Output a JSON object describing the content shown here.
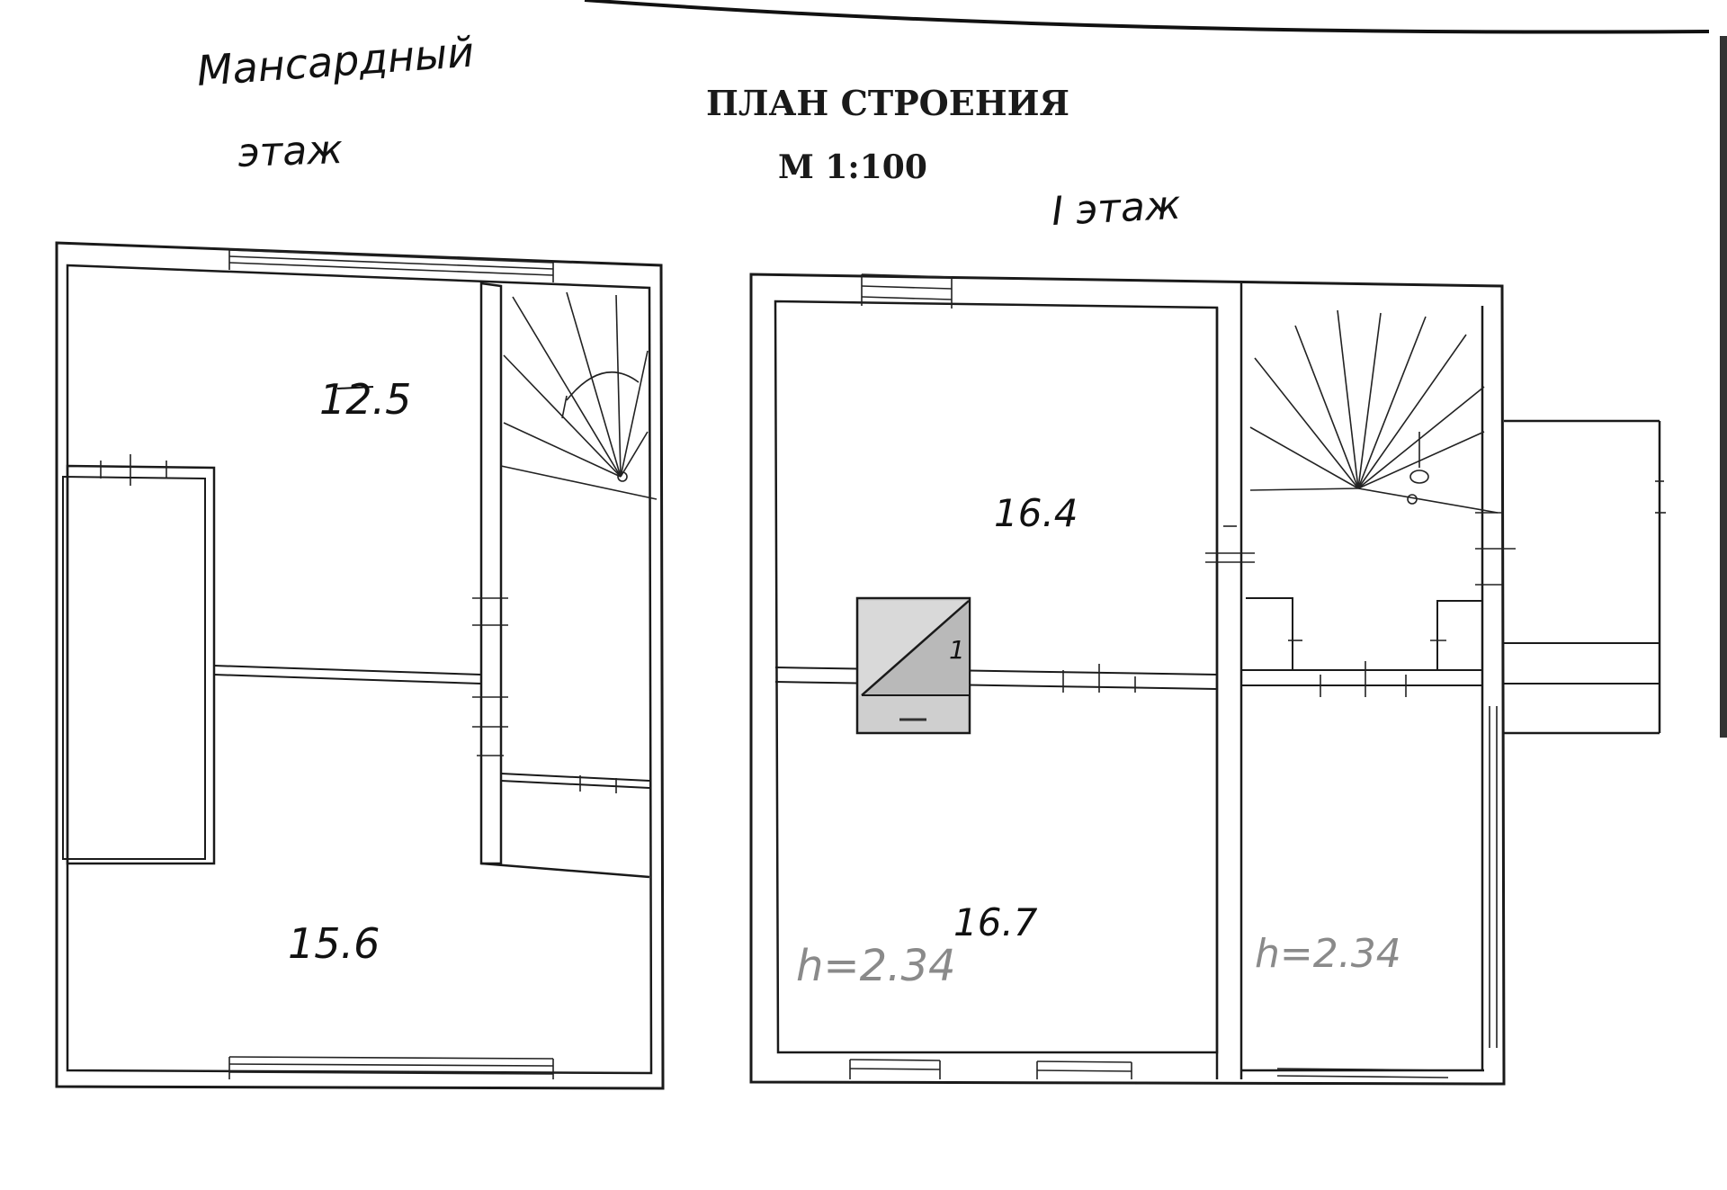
{
  "heading": {
    "title": "ПЛАН СТРОЕНИЯ",
    "scale": "М 1:100"
  },
  "floors": {
    "attic": {
      "label_line1": "Мансардный",
      "label_line2": "этаж"
    },
    "first": {
      "label": "I этаж"
    }
  },
  "rooms": {
    "attic_upper": "12.5",
    "attic_lower": "15.6",
    "first_upper": "16.4",
    "first_lower": "16.7"
  },
  "heights": {
    "first_left": "h=2.34",
    "first_right": "h=2.34"
  },
  "stove_mark": "1",
  "colors": {
    "ink": "#1a1a1a",
    "pencil": "#8a8a8a",
    "paper": "#ffffff"
  }
}
